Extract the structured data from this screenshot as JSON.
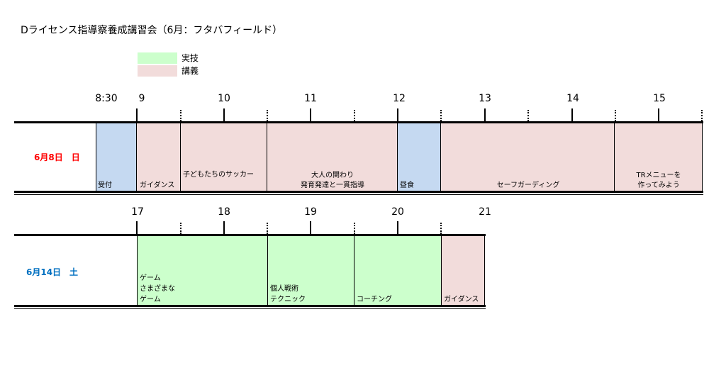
{
  "page": {
    "title": "Dライセンス指導察養成講習会（6月：フタバフィールド）"
  },
  "legend": [
    {
      "label": "実技",
      "color": "#ccffcc"
    },
    {
      "label": "講義",
      "color": "#f2dcdb"
    }
  ],
  "colors": {
    "practical": "#ccffcc",
    "lecture": "#f2dcdb",
    "break": "#c5d9f1",
    "day1_label": "#ff0000",
    "day2_label": "#0070c0"
  },
  "day1": {
    "label": "6月8日　日",
    "hours": [
      "8:30",
      "9",
      "10",
      "11",
      "12",
      "13",
      "14",
      "15"
    ],
    "blocks": [
      {
        "label": "受付"
      },
      {
        "label": "ガイダンス"
      },
      {
        "label": "子どもたちのサッカー"
      },
      {
        "line1": "大人の関わり",
        "line2": "発育発達と一貫指導"
      },
      {
        "label": "昼食"
      },
      {
        "label": "セーフガーディング"
      },
      {
        "line1": "TRメニューを",
        "line2": "作ってみよう"
      }
    ]
  },
  "day2": {
    "label": "6月14日　土",
    "hours": [
      "17",
      "18",
      "19",
      "20",
      "21"
    ],
    "blocks": [
      {
        "line1": "ゲーム",
        "line2": "さまざまな",
        "line3": "ゲーム"
      },
      {
        "line1": "個人戦術",
        "line2": "テクニック"
      },
      {
        "label": "コーチング"
      },
      {
        "label": "ガイダンス"
      }
    ]
  }
}
